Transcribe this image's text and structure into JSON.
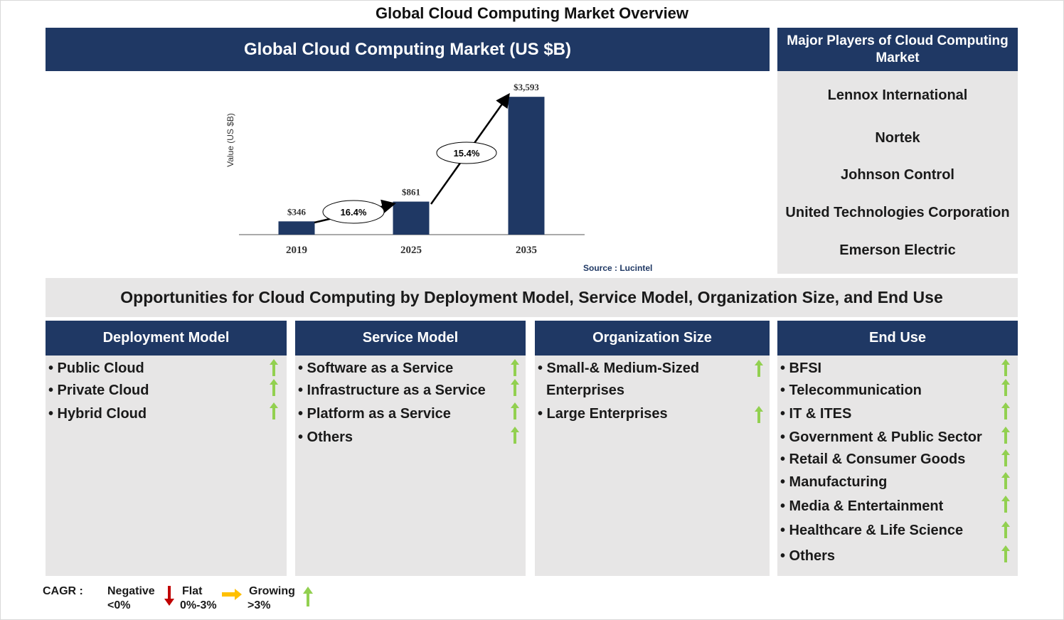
{
  "page_title": "Global Cloud Computing Market Overview",
  "chart_header": "Global Cloud Computing Market (US $B)",
  "chart_data": {
    "type": "bar",
    "categories": [
      "2019",
      "2025",
      "2035"
    ],
    "values": [
      346,
      861,
      3593
    ],
    "value_labels": [
      "$346",
      "$861",
      "$3,593"
    ],
    "ylabel": "Value (US $B)",
    "ylim": [
      0,
      3800
    ],
    "bar_color": "#1f3864",
    "grid": false,
    "cagr_labels": [
      "16.4%",
      "15.4%"
    ],
    "source": "Source : Lucintel"
  },
  "players": {
    "title": "Major Players of Cloud Computing Market",
    "items": [
      "Lennox International",
      "Nortek",
      "Johnson Control",
      "United Technologies Corporation",
      "Emerson Electric"
    ]
  },
  "opportunities_title": "Opportunities for Cloud Computing by Deployment Model, Service Model, Organization Size, and End Use",
  "segments": [
    {
      "title": "Deployment Model",
      "items": [
        "• Public Cloud",
        "• Private Cloud",
        "• Hybrid Cloud"
      ]
    },
    {
      "title": "Service Model",
      "items": [
        "• Software as a Service",
        "• Infrastructure as a Service",
        "• Platform as a Service",
        "• Others"
      ]
    },
    {
      "title": "Organization Size",
      "items": [
        "• Small-& Medium-Sized",
        "Enterprises",
        "• Large Enterprises"
      ]
    },
    {
      "title": "End Use",
      "items": [
        "• BFSI",
        "• Telecommunication",
        "• IT & ITES",
        "• Government & Public Sector",
        "• Retail & Consumer Goods",
        "• Manufacturing",
        "• Media & Entertainment",
        "• Healthcare & Life Science",
        "• Others"
      ]
    }
  ],
  "legend": {
    "cagr_label": "CAGR :",
    "negative": "Negative",
    "negative_range": "<0%",
    "flat": "Flat",
    "flat_range": "0%-3%",
    "growing": "Growing",
    "growing_range": ">3%"
  },
  "colors": {
    "navy": "#1f3864",
    "panel_grey": "#e7e6e6",
    "growth_green": "#92d050",
    "decline_red": "#c00000",
    "flat_amber": "#ffc000"
  },
  "icons": {
    "growth": "up-arrow-green",
    "decline": "down-arrow-red",
    "flat": "right-arrow-amber"
  }
}
